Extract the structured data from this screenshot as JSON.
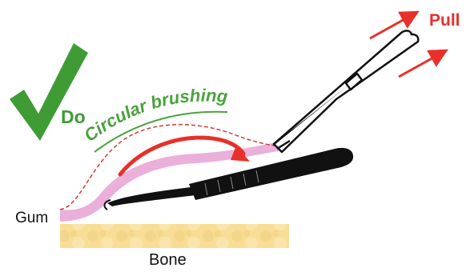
{
  "labels": {
    "do": "Do",
    "circular_brushing": "Circular brushing",
    "pull": "Pull",
    "gum": "Gum",
    "bone": "Bone"
  },
  "colors": {
    "check_green": "#3f9c35",
    "text_green": "#4aa23d",
    "pull_red": "#e8302a",
    "gum_pink": "#eab0d9",
    "bone_yellow": "#f8dd95",
    "instrument_black": "#111111"
  },
  "icons": {
    "check": "check-mark-icon",
    "pull_arrows": "arrow-up-right-icon"
  }
}
